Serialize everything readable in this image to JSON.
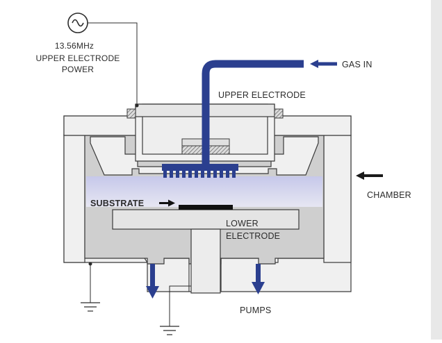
{
  "labels": {
    "frequency": "13.56MHz",
    "power_line1": "UPPER ELECTRODE",
    "power_line2": "POWER",
    "gas_in": "GAS IN",
    "upper_electrode": "UPPER ELECTRODE",
    "chamber": "CHAMBER",
    "substrate": "SUBSTRATE",
    "lower_line1": "LOWER",
    "lower_line2": "ELECTRODE",
    "pumps": "PUMPS"
  },
  "icons": {
    "rf_source": "ac-source-icon",
    "ground": "ground-icon",
    "arrow": "arrow-icon"
  },
  "colors": {
    "gas_pipe": "#2b3f8f",
    "plasma": "#d4d5ee",
    "chamber_gray": "#cfcfcf",
    "chamber_light": "#f0f0f0",
    "outline": "#3a3a3a"
  }
}
